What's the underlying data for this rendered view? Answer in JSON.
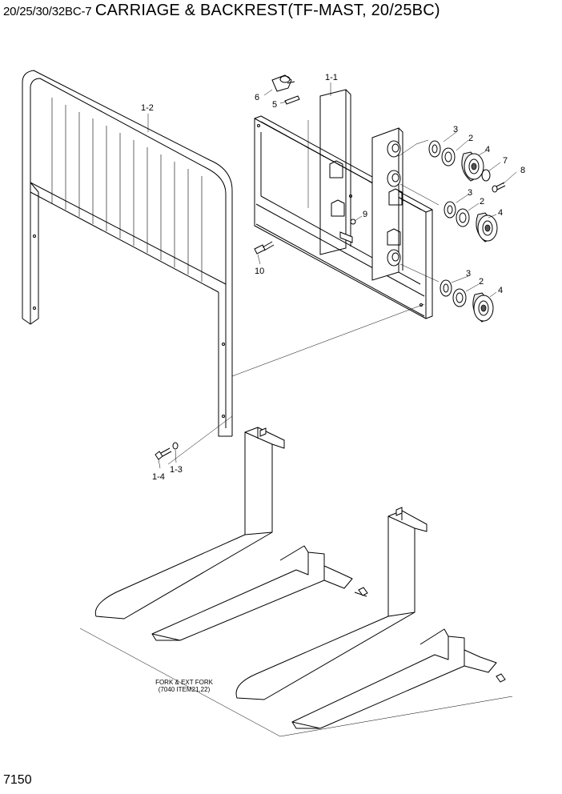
{
  "header": {
    "model": "20/25/30/32BC-7",
    "title": "CARRIAGE & BACKREST(TF-MAST, 20/25BC)"
  },
  "page_number": "7150",
  "callouts": {
    "c1_1": "1-1",
    "c1_2": "1-2",
    "c1_3": "1-3",
    "c1_4": "1-4",
    "c2a": "2",
    "c2b": "2",
    "c2c": "2",
    "c3a": "3",
    "c3b": "3",
    "c3c": "3",
    "c4a": "4",
    "c4b": "4",
    "c4c": "4",
    "c5": "5",
    "c6": "6",
    "c7": "7",
    "c8": "8",
    "c9": "9",
    "c10": "10"
  },
  "note": {
    "line1": "FORK & EXT FORK",
    "line2": "(7040 ITEM21,22)"
  }
}
